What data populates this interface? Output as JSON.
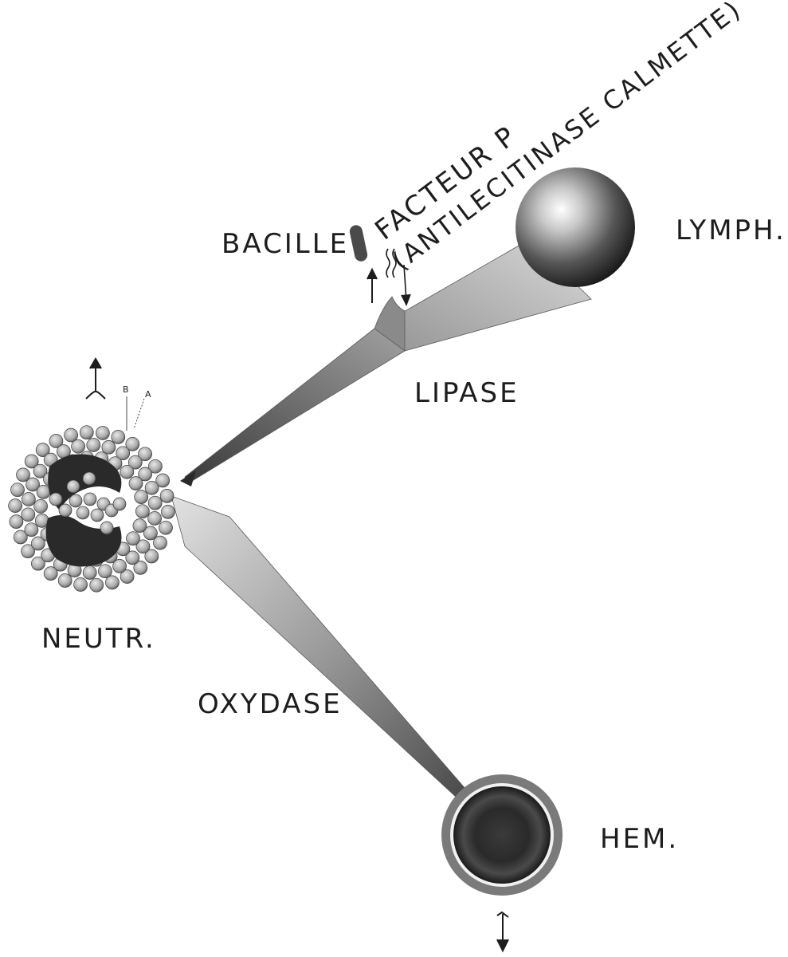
{
  "labels": {
    "lymph": "LYMPH.",
    "bacille": "BACILLE",
    "facteur": "FACTEUR P",
    "antilecitinase": "(ANTILECITINASE CALMETTE)",
    "lipase": "LIPASE",
    "neutr": "NEUTR.",
    "oxydase": "OXYDASE",
    "hem": "HEM.",
    "marker_b": "B",
    "marker_a": "A"
  },
  "colors": {
    "background": "#ffffff",
    "ink": "#1d1d1d",
    "nucleus": "#2a2a2a",
    "granule": "#bdbdbd",
    "cone": "#8a8a8a"
  },
  "icons": {
    "neutr_arrow": "arrow-up-fork-icon",
    "hem_arrow": "arrow-down-icon",
    "bacille_arrow": "arrow-up-icon",
    "facteur_arrow": "arrow-down-icon"
  }
}
